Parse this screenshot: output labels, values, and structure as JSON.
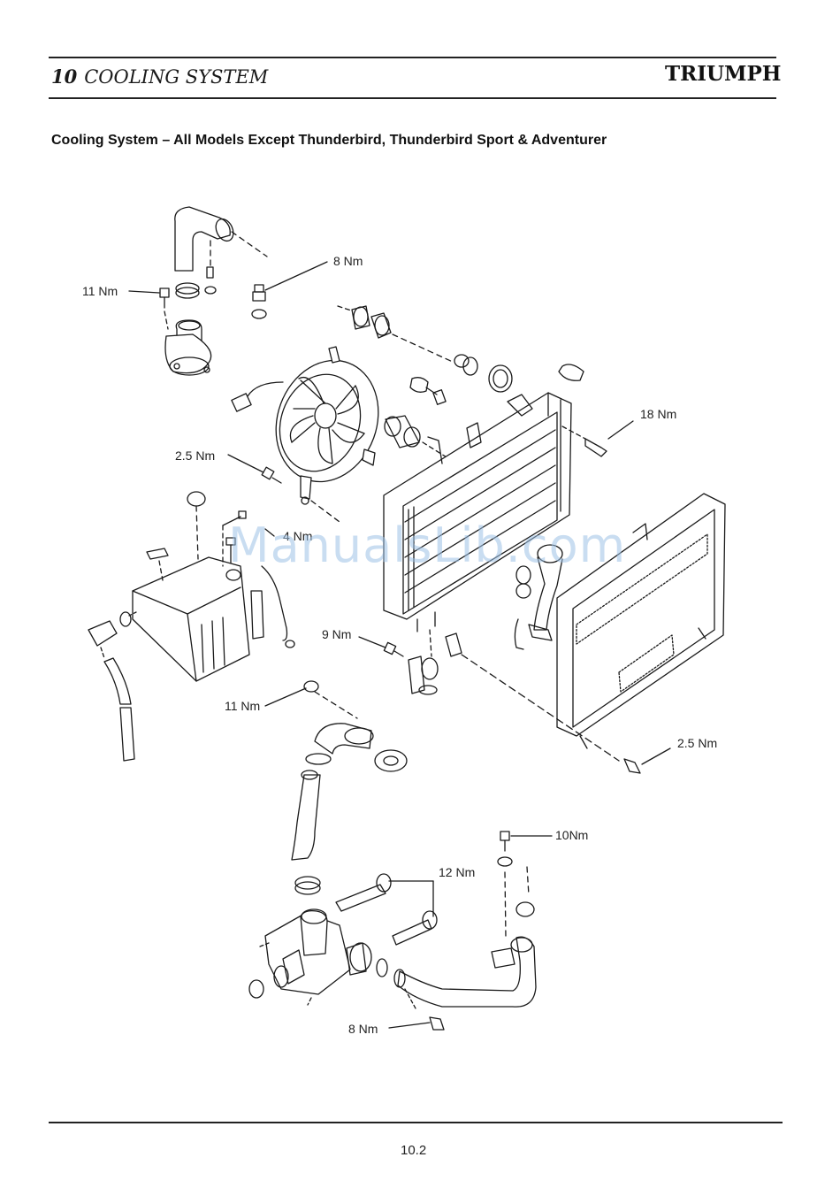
{
  "header": {
    "chapter_number": "10",
    "chapter_title": "COOLING SYSTEM",
    "brand_logo": "TRIUMPH"
  },
  "section_title": "Cooling System – All Models Except Thunderbird, Thunderbird Sport & Adventurer",
  "torque_labels": {
    "t1": "8 Nm",
    "t2": "11 Nm",
    "t3": "18 Nm",
    "t4": "2.5 Nm",
    "t5": "4 Nm",
    "t6": "9 Nm",
    "t7": "11 Nm",
    "t8": "2.5 Nm",
    "t9": "10Nm",
    "t10": "12 Nm",
    "t11": "8 Nm"
  },
  "watermark": "ManualsLib.com",
  "footer": {
    "page_number": "10.2"
  }
}
